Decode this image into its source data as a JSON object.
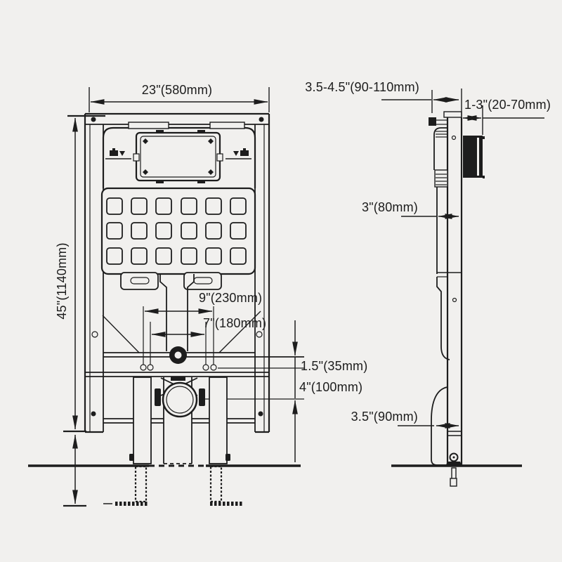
{
  "diagram_title": "concealed-cistern-carrier-frame-installation-dimensions",
  "views": {
    "front_view": "in-wall tank carrier frame, front elevation",
    "side_view": "in-wall tank carrier frame, side profile"
  },
  "dimensions": {
    "front_width": "23\"(580mm)",
    "front_height": "45\"(1140mm)",
    "bolt_spacing_outer": "9\"(230mm)",
    "bolt_spacing_inner": "7\"(180mm)",
    "flush_pipe_offset": "1.5\"(35mm)",
    "drain_offset": "4\"(100mm)",
    "frame_depth_range": "3.5-4.5\"(90-110mm)",
    "panel_depth_range": "1-3\"(20-70mm)",
    "pipe_depth": "3\"(80mm)",
    "outlet_offset": "3.5\"(90mm)"
  },
  "colors": {
    "line": "#1d1d1d",
    "background": "#f1f0ee"
  }
}
